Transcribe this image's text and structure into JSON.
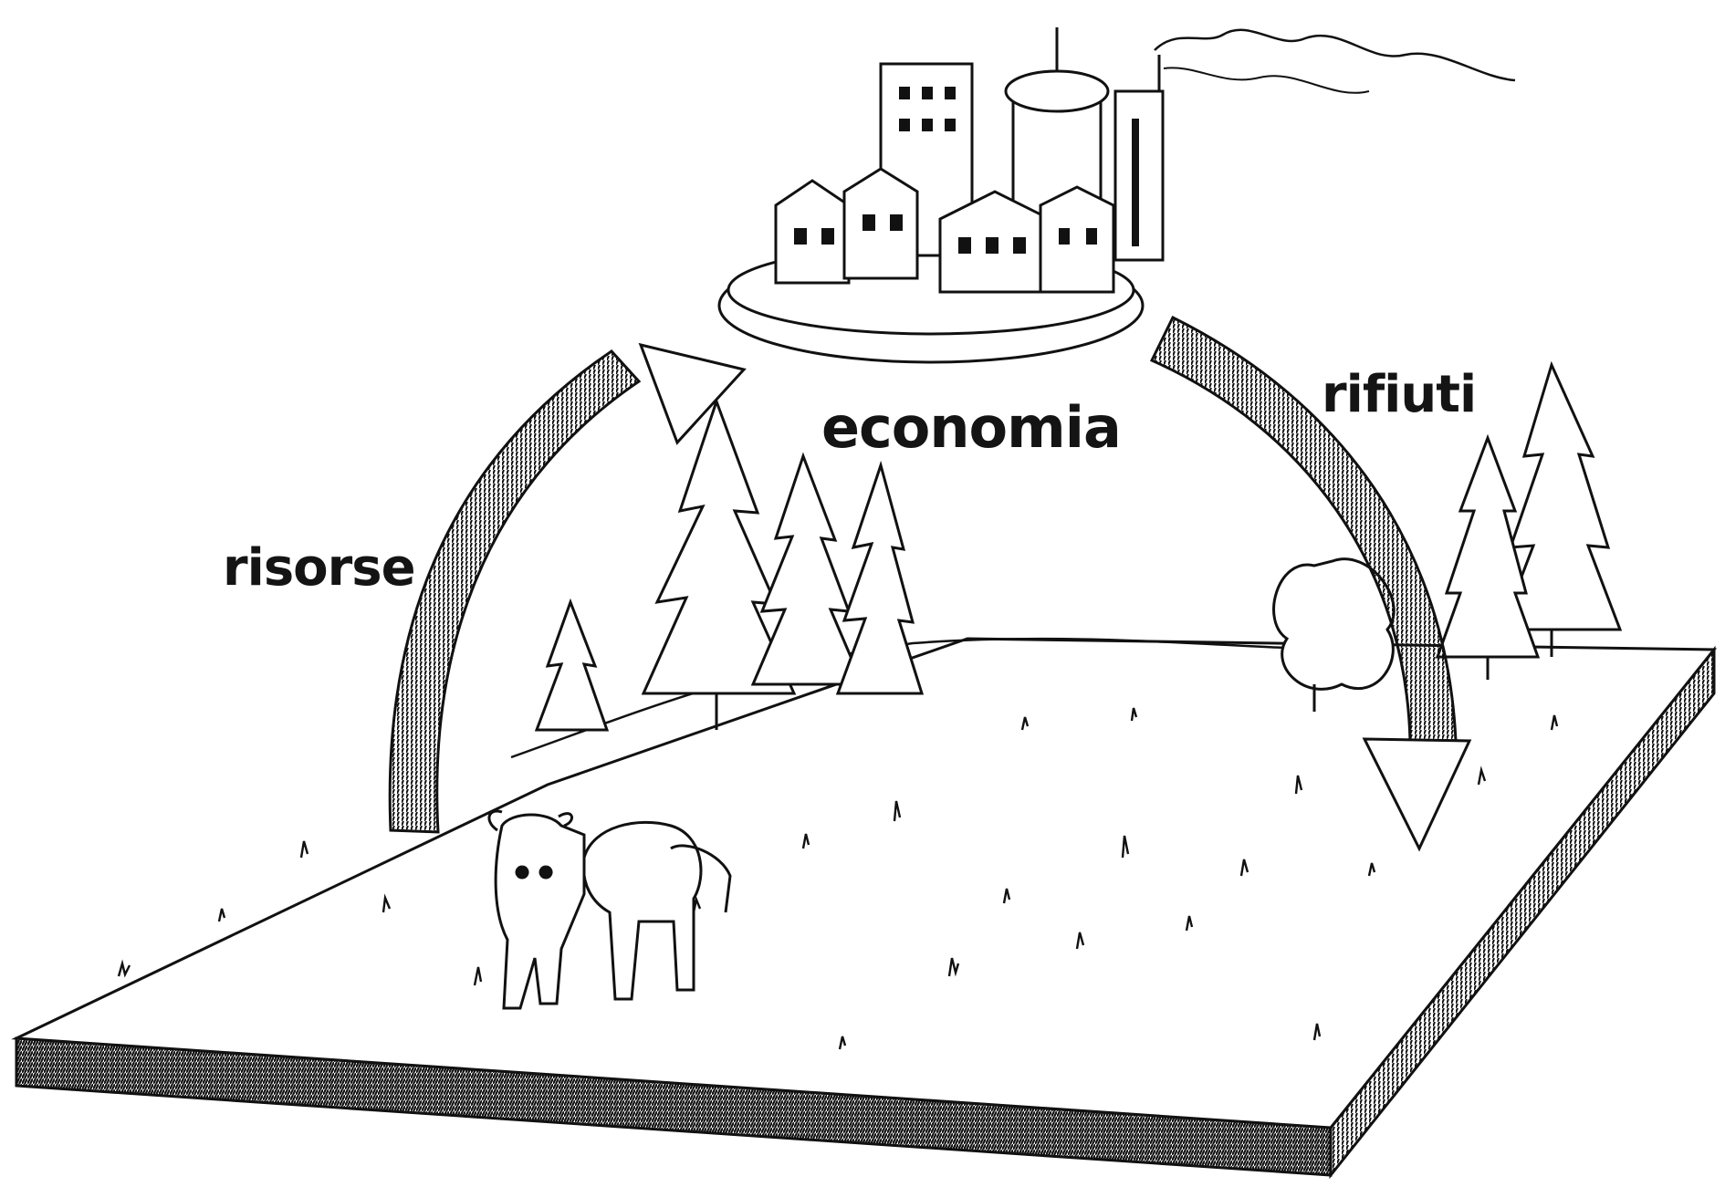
{
  "diagram": {
    "labels": {
      "resources": "risorse",
      "economy": "economia",
      "waste": "rifiuti"
    }
  }
}
